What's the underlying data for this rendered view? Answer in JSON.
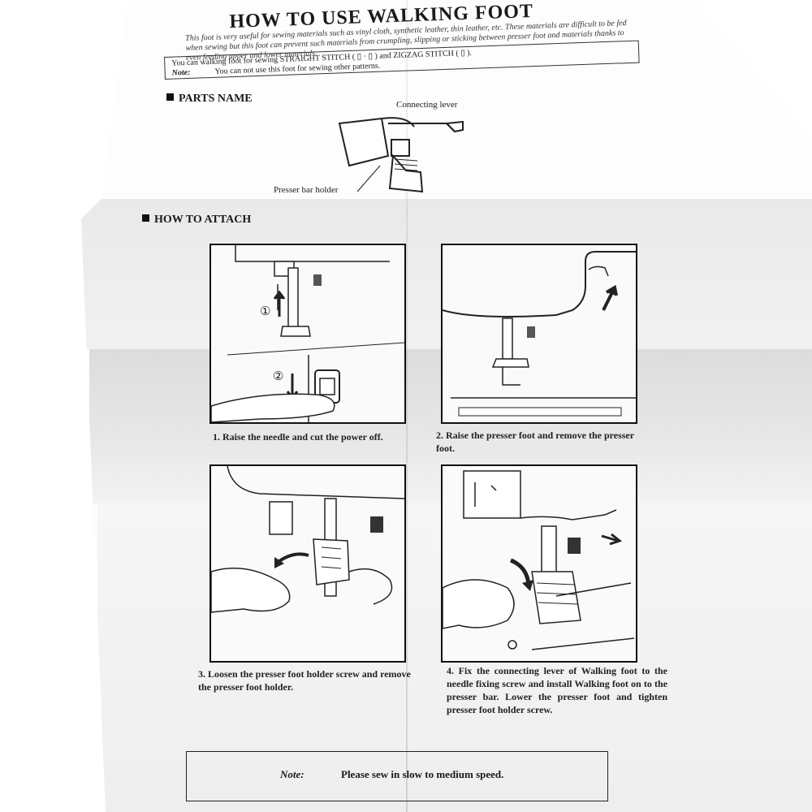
{
  "document": {
    "title": "HOW TO USE WALKING FOOT",
    "intro": "This foot is very useful for sewing materials such as vinyl cloth, synthetic leather, thin leather, etc. These materials are difficult to be fed when sewing but this foot can prevent such materials from crumpling, slipping or sticking between presser foot and materials thanks to even feeding upper and lower materials.",
    "usage": {
      "line1": "You can walking foot for sewing STRAIGHT STITCH ( ▯ · ▯ ) and ZIGZAG STITCH ( ▯ ).",
      "note_label": "Note:",
      "line2": "You can not use this foot for sewing other patterns."
    },
    "parts_section": {
      "heading": "PARTS NAME",
      "labels": {
        "connecting_lever": "Connecting lever",
        "presser_bar_holder": "Presser bar holder"
      }
    },
    "attach_section": {
      "heading": "HOW TO ATTACH",
      "steps": [
        {
          "text": "1. Raise the needle and cut the power off.",
          "markers": [
            "①",
            "②"
          ]
        },
        {
          "text": "2. Raise the presser foot and remove the presser foot."
        },
        {
          "text": "3. Loosen the presser foot holder screw and remove the presser foot holder."
        },
        {
          "text": "4. Fix the connecting lever of Walking foot to the needle fixing screw and install Walking  foot on to the presser bar. Lower the presser foot and tighten presser foot holder screw."
        }
      ]
    },
    "note": {
      "label": "Note:",
      "text": "Please sew in slow to medium speed."
    }
  },
  "icons": [
    "parts-walking-foot-drawing",
    "needle-raise-drawing",
    "presser-lever-drawing",
    "loosen-screw-drawing",
    "install-foot-drawing"
  ]
}
